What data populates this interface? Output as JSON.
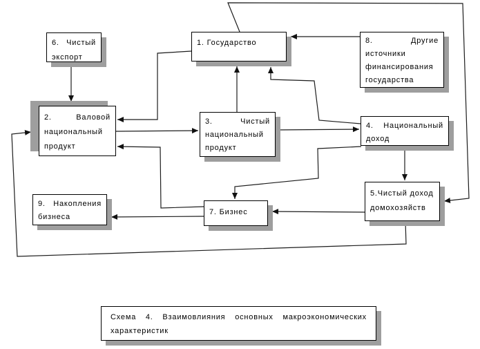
{
  "diagram": {
    "background_color": "#ffffff",
    "box_fill": "#ffffff",
    "box_border_color": "#000000",
    "shadow_color": "#9e9e9e",
    "line_color": "#1c1c1c"
  },
  "nodes": {
    "state": {
      "number": "1",
      "lines": [
        {
          "text": "1. Государство"
        }
      ]
    },
    "gnp": {
      "number": "2",
      "lines": [
        {
          "left": "2.",
          "right": "Валовой"
        },
        {
          "text": "национальный"
        },
        {
          "text": "продукт"
        }
      ]
    },
    "nnp": {
      "number": "3",
      "lines": [
        {
          "left": "3.",
          "right": "Чистый"
        },
        {
          "text": "национальный"
        },
        {
          "text": "продукт"
        }
      ]
    },
    "national_income": {
      "number": "4",
      "lines": [
        {
          "left": "4.",
          "right": "Национальный"
        },
        {
          "text": "доход"
        }
      ]
    },
    "household_income": {
      "number": "5",
      "lines": [
        {
          "text": "5.Чистый доход"
        },
        {
          "text": "домохозяйств"
        }
      ]
    },
    "net_export": {
      "number": "6",
      "lines": [
        {
          "left": "6.",
          "right": "Чистый"
        },
        {
          "text": "экспорт"
        }
      ]
    },
    "business": {
      "number": "7",
      "lines": [
        {
          "text": "7. Бизнес"
        }
      ]
    },
    "other_financing": {
      "number": "8",
      "lines": [
        {
          "left": "8.",
          "right": "Другие"
        },
        {
          "text": "источники"
        },
        {
          "text": "финансирования"
        },
        {
          "text": "государства"
        }
      ]
    },
    "business_savings": {
      "number": "9",
      "lines": [
        {
          "left": "9.",
          "right": "Накопления"
        },
        {
          "text": "бизнеса"
        }
      ]
    }
  },
  "edges": [
    {
      "from": "net_export",
      "to": "gnp"
    },
    {
      "from": "other_financing",
      "to": "state"
    },
    {
      "from": "nnp",
      "to": "state"
    },
    {
      "from": "state",
      "to": "gnp"
    },
    {
      "from": "gnp",
      "to": "nnp"
    },
    {
      "from": "nnp",
      "to": "national_income"
    },
    {
      "from": "national_income",
      "to": "state"
    },
    {
      "from": "state",
      "to": "household_income"
    },
    {
      "from": "national_income",
      "to": "household_income"
    },
    {
      "from": "national_income",
      "to": "business"
    },
    {
      "from": "household_income",
      "to": "business"
    },
    {
      "from": "business",
      "to": "business_savings"
    },
    {
      "from": "business",
      "to": "gnp"
    },
    {
      "from": "household_income",
      "to": "gnp"
    }
  ],
  "caption": {
    "text": "Схема 4. Взаимовлияния основных макроэкономических характеристик"
  }
}
